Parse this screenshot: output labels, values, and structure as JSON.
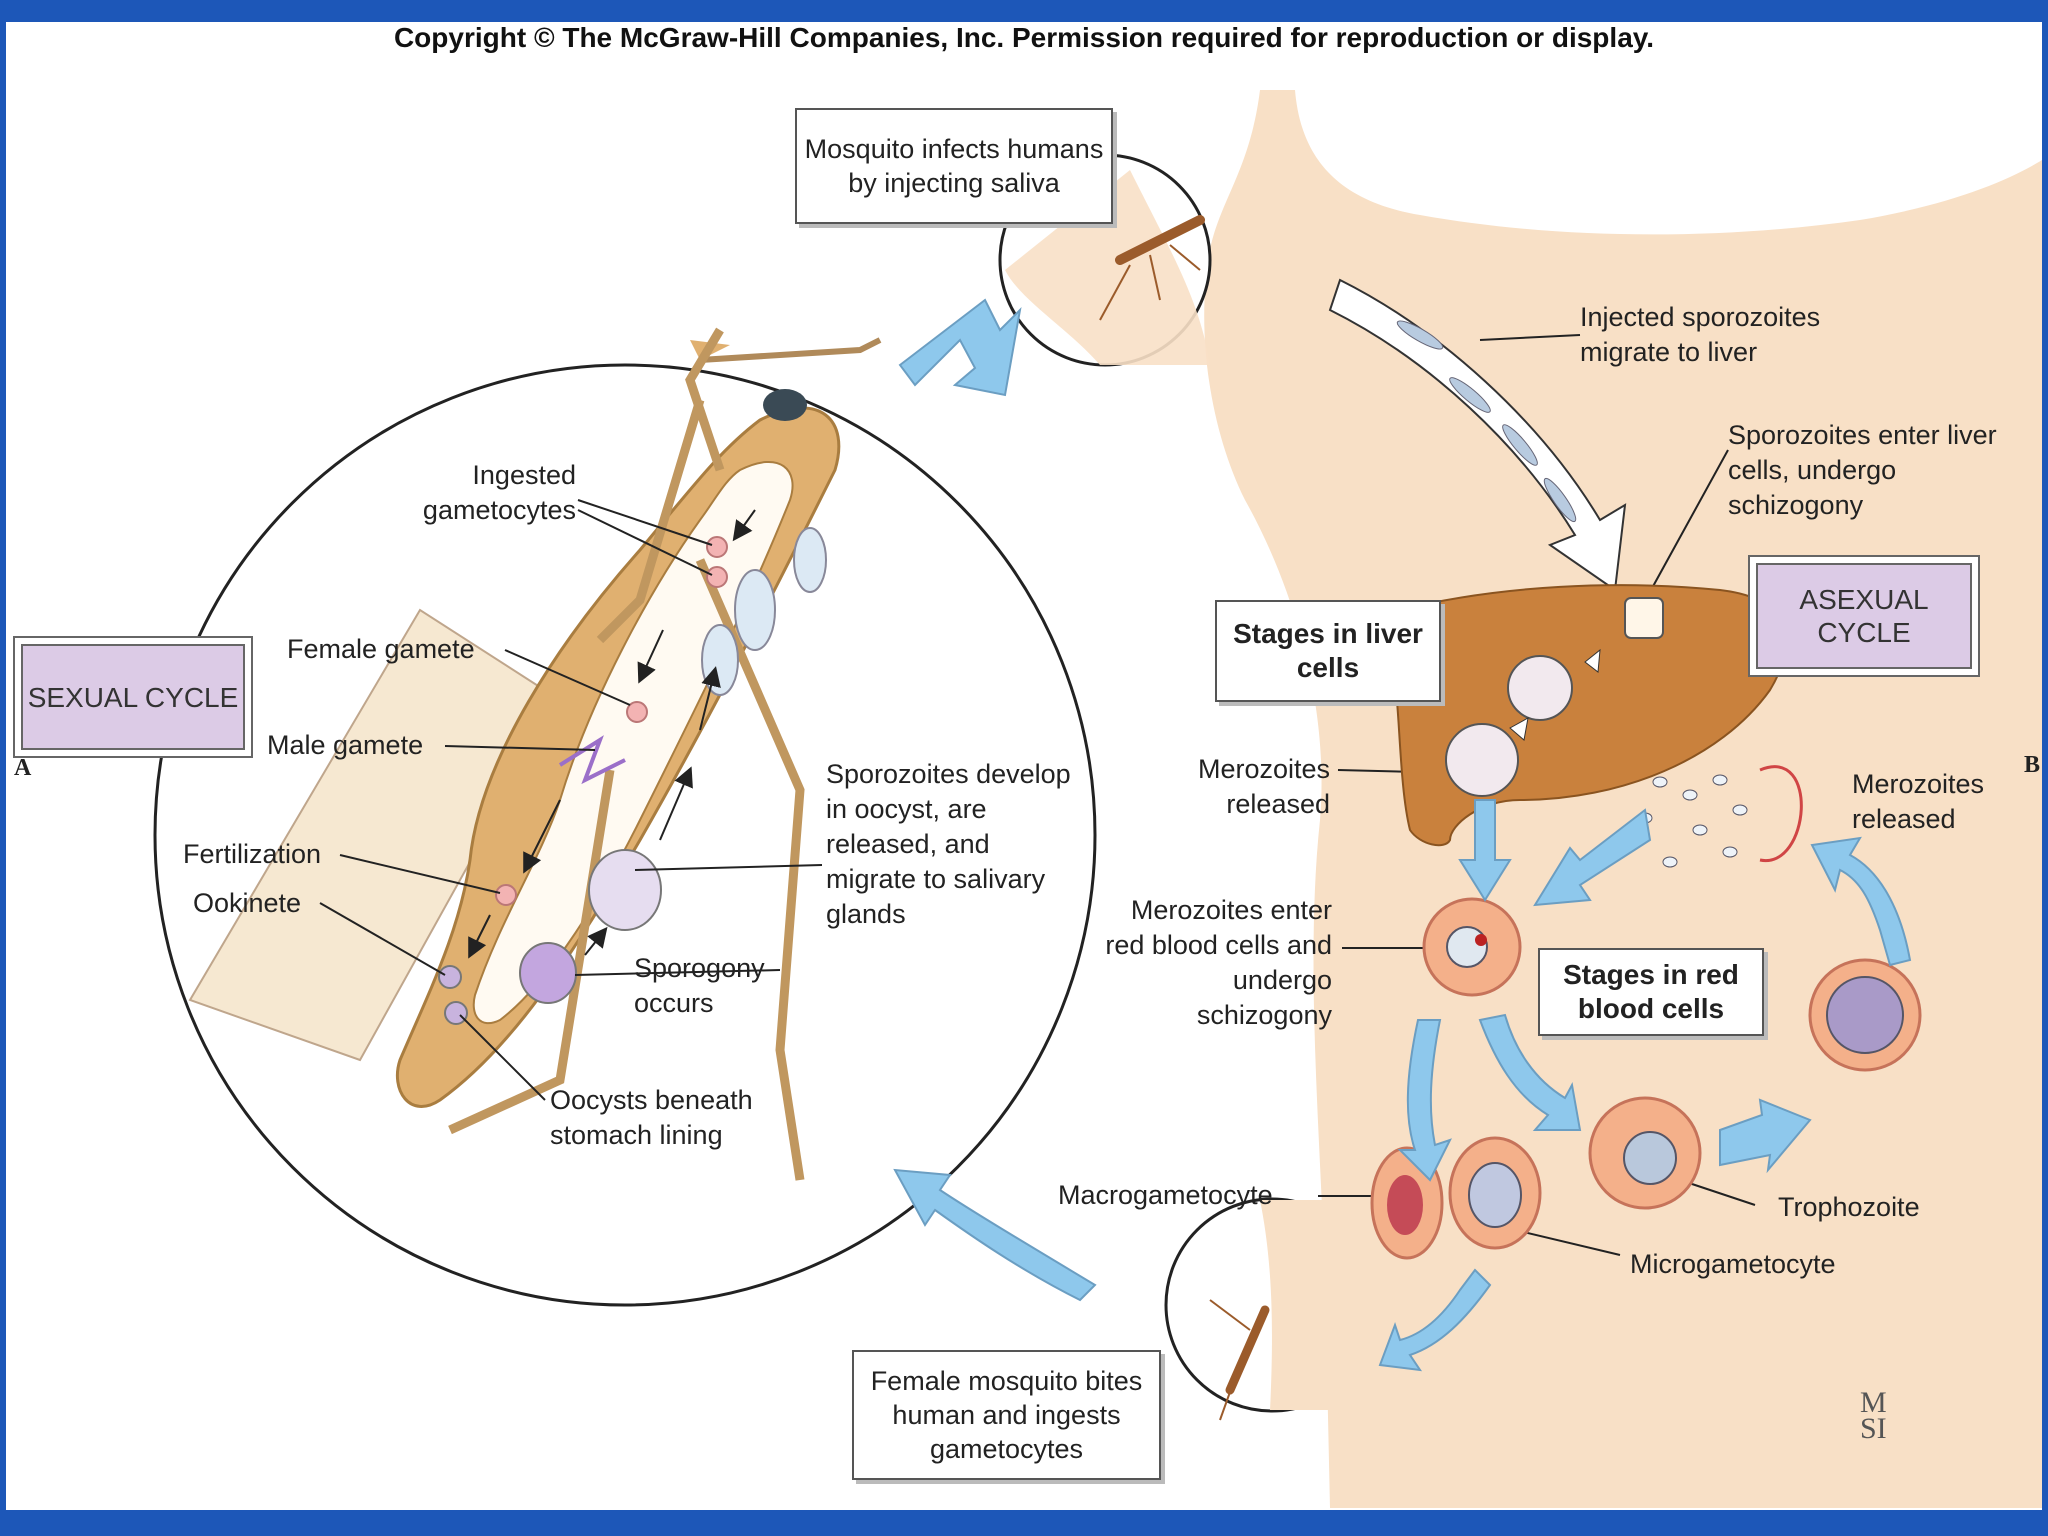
{
  "copyright": "Copyright © The McGraw-Hill Companies, Inc. Permission required for reproduction or display.",
  "boxes": {
    "mosquito_infects": "Mosquito infects humans by injecting saliva",
    "stages_liver": "Stages in liver cells",
    "stages_rbc": "Stages in red blood cells",
    "female_bites": "Female mosquito bites human and ingests gametocytes"
  },
  "cycles": {
    "sexual": "SEXUAL CYCLE",
    "asexual": "ASEXUAL CYCLE"
  },
  "panel_letters": {
    "a": "A",
    "b": "B"
  },
  "signature": "MSI",
  "labels": {
    "ingested_gametocytes": "Ingested gametocytes",
    "female_gamete": "Female gamete",
    "male_gamete": "Male gamete",
    "fertilization": "Fertilization",
    "ookinete": "Ookinete",
    "sporozoites_develop": "Sporozoites develop in oocyst, are released, and migrate to salivary glands",
    "sporogony": "Sporogony occurs",
    "oocysts": "Oocysts beneath stomach lining",
    "injected_sporozoites": "Injected sporozoites migrate to liver",
    "sporozoites_enter": "Sporozoites enter liver cells, undergo schizogony",
    "merozoites_released_left": "Merozoites released",
    "merozoites_released_right": "Merozoites released",
    "merozoites_enter": "Merozoites enter red blood cells and undergo schizogony",
    "macrogametocyte": "Macrogametocyte",
    "microgametocyte": "Microgametocyte",
    "trophozoite": "Trophozoite"
  },
  "colors": {
    "frame": "#1d57b8",
    "skin": "#f8e0c6",
    "mosquito": "#e0b070",
    "liver": "#c9813d",
    "arrow": "#8ec8ec",
    "cycle_fill": "#dccbe6",
    "rbc": "#f4b08a"
  }
}
